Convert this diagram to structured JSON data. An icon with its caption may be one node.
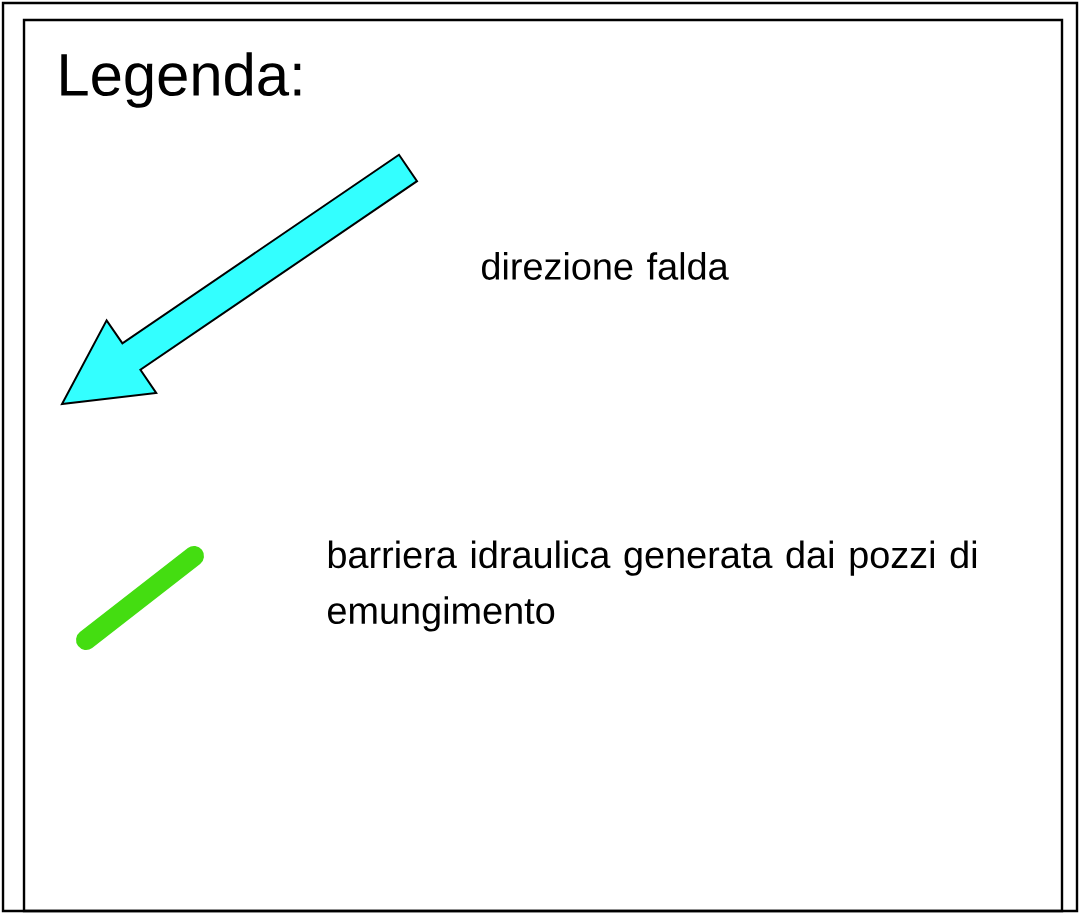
{
  "diagram": {
    "title": "Legenda:",
    "legend": [
      {
        "text": "direzione falda"
      },
      {
        "text": "barriera idraulica generata dai pozzi di emungimento"
      }
    ]
  }
}
